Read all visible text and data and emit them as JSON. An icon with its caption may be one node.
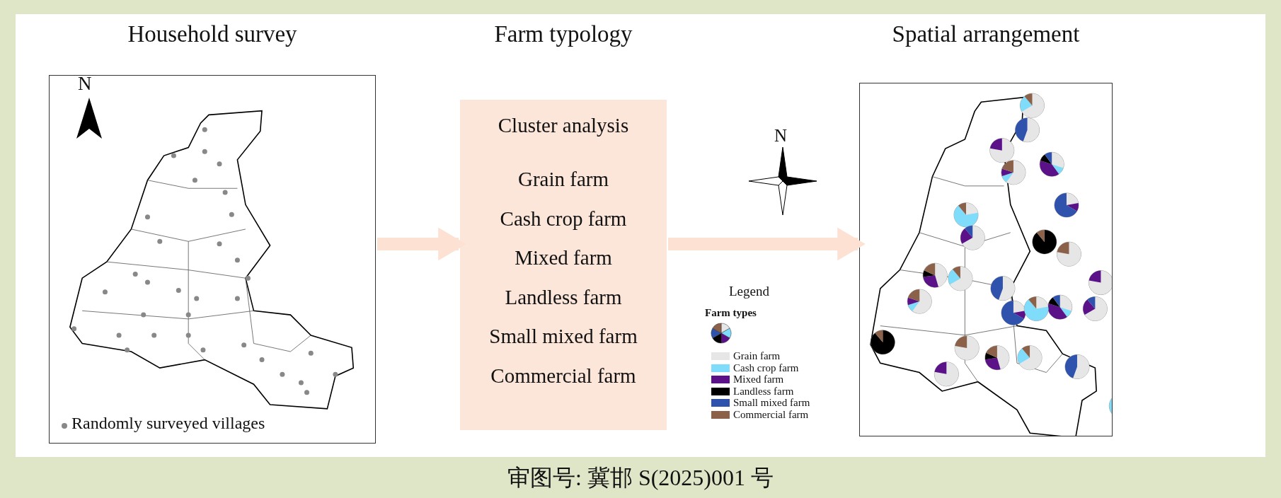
{
  "diagram": {
    "caption": "审图号: 冀邯 S(2025)001 号",
    "nodes": [
      {
        "text": [
          "Household survey"
        ]
      },
      {
        "text": [
          "Farm typology",
          "Cluster analysis",
          "Grain farm",
          "Cash crop farm",
          "Mixed farm",
          "Landless farm",
          "Small mixed farm",
          "Commercial farm"
        ]
      },
      {
        "text": [
          "Spatial arrangement"
        ]
      }
    ],
    "edges": [
      {
        "from": 0,
        "to": 1,
        "arrow": "to"
      },
      {
        "from": 1,
        "to": 2,
        "arrow": "to"
      }
    ],
    "labels": [
      "N",
      "N",
      "Legend",
      "Farm types"
    ],
    "legend": [
      {
        "text": "Randomly surveyed villages"
      },
      {
        "text": "Grain farm",
        "color": "#e6e6e6"
      },
      {
        "text": "Cash crop farm",
        "color": "#7fdcfa"
      },
      {
        "text": "Mixed farm",
        "color": "#5b1289"
      },
      {
        "text": "Landless farm",
        "color": "#000000"
      },
      {
        "text": "Small mixed farm",
        "color": "#2f52ad"
      },
      {
        "text": "Commercial farm",
        "color": "#8b6149"
      }
    ]
  }
}
